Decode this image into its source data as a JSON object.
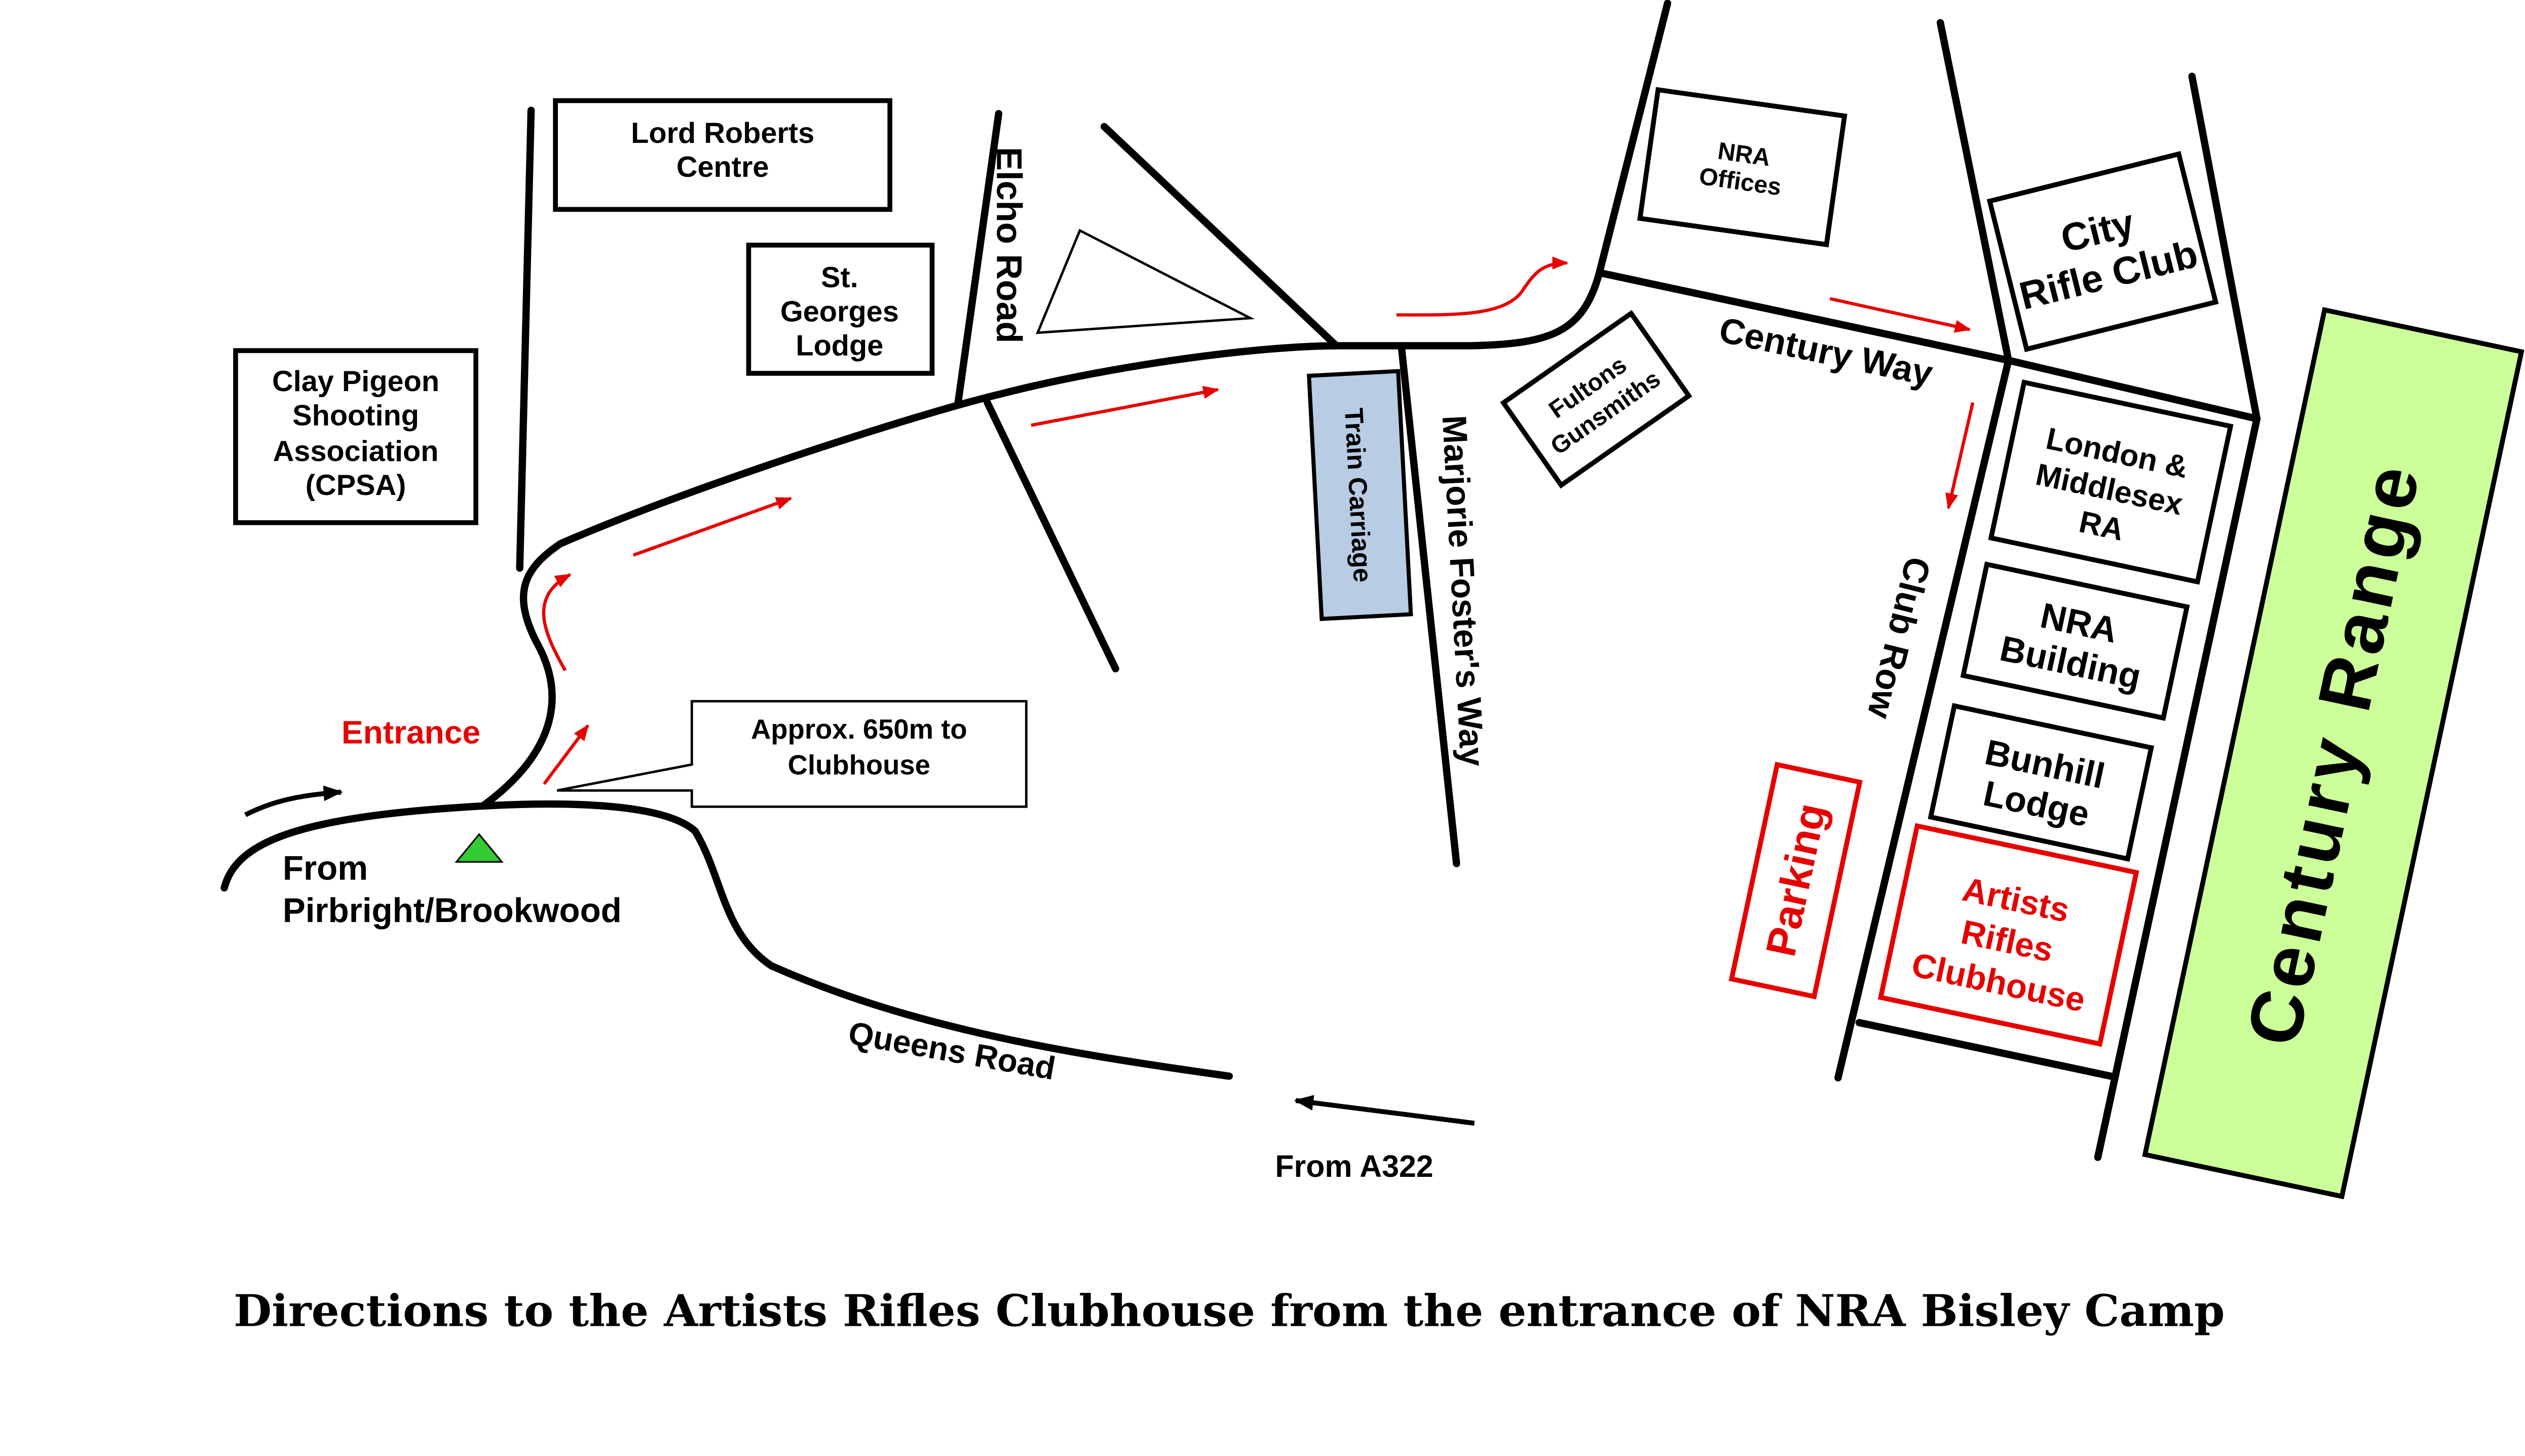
{
  "title": "Directions to the Artists Rifles Clubhouse from the entrance of NRA Bisley Camp",
  "colors": {
    "road": "#000000",
    "route_arrow": "#e60000",
    "entrance_marker": "#33cc33",
    "train_carriage_fill": "#b8cce4",
    "century_range_fill": "#ccff99",
    "highlight_text": "#e60000"
  },
  "labels": {
    "entrance": "Entrance",
    "from_pirbright_1": "From",
    "from_pirbright_2": "Pirbright/Brookwood",
    "from_a322": "From A322",
    "queens_road": "Queens Road",
    "elcho_road": "Elcho Road",
    "marjorie_fosters_way": "Marjorie Foster's Way",
    "century_way": "Century Way",
    "club_row": "Club Row",
    "callout_1": "Approx. 650m to",
    "callout_2": "Clubhouse"
  },
  "buildings": {
    "cpsa": [
      "Clay Pigeon",
      "Shooting",
      "Association",
      "(CPSA)"
    ],
    "lord_roberts": [
      "Lord Roberts",
      "Centre"
    ],
    "st_georges": [
      "St.",
      "Georges",
      "Lodge"
    ],
    "train_carriage": "Train Carriage",
    "nra_offices": [
      "NRA",
      "Offices"
    ],
    "fultons": [
      "Fultons",
      "Gunsmiths"
    ],
    "city_rifle_club": [
      "City",
      "Rifle Club"
    ],
    "london_middlesex": [
      "London &",
      "Middlesex",
      "RA"
    ],
    "nra_building": [
      "NRA",
      "Building"
    ],
    "bunhill_lodge": [
      "Bunhill",
      "Lodge"
    ],
    "artists_rifles": [
      "Artists",
      "Rifles",
      "Clubhouse"
    ],
    "parking": "Parking",
    "century_range": "Century Range"
  },
  "icons": {
    "entrance_marker": "green-triangle",
    "route_arrows": "red-arrow",
    "direction_arrows": "black-arrow"
  }
}
